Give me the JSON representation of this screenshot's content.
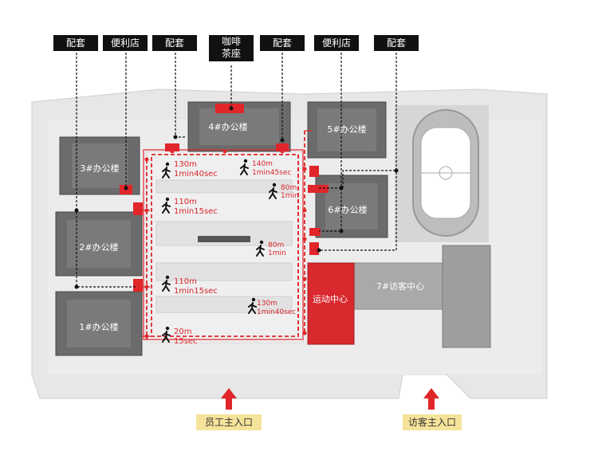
{
  "labels": {
    "peitao_1": "配套",
    "convenience_1": "便利店",
    "peitao_2": "配套",
    "coffee_line1": "咖啡",
    "coffee_line2": "茶座",
    "peitao_3": "配套",
    "convenience_2": "便利店",
    "peitao_4": "配套"
  },
  "buildings": {
    "b1": "1#办公楼",
    "b2": "2#办公楼",
    "b3": "3#办公楼",
    "b4": "4#办公楼",
    "b5": "5#办公楼",
    "b6": "6#办公楼",
    "b7": "7#访客中心",
    "sports": "运动中心"
  },
  "walks": [
    {
      "dist": "130m",
      "time": "1min40sec"
    },
    {
      "dist": "140m",
      "time": "1min45sec"
    },
    {
      "dist": "80m",
      "time": "1min"
    },
    {
      "dist": "110m",
      "time": "1min15sec"
    },
    {
      "dist": "80m",
      "time": "1min"
    },
    {
      "dist": "110m",
      "time": "1min15sec"
    },
    {
      "dist": "130m",
      "time": "1min40sec"
    },
    {
      "dist": "20m",
      "time": "15sec"
    }
  ],
  "entrances": {
    "staff": "员工主入口",
    "visitor": "访客主入口"
  },
  "colors": {
    "route_red": "#e0262b",
    "building_dark": "#6b6b6b",
    "sports_red": "#d9282e",
    "entry_yellow": "#f6e39a"
  }
}
